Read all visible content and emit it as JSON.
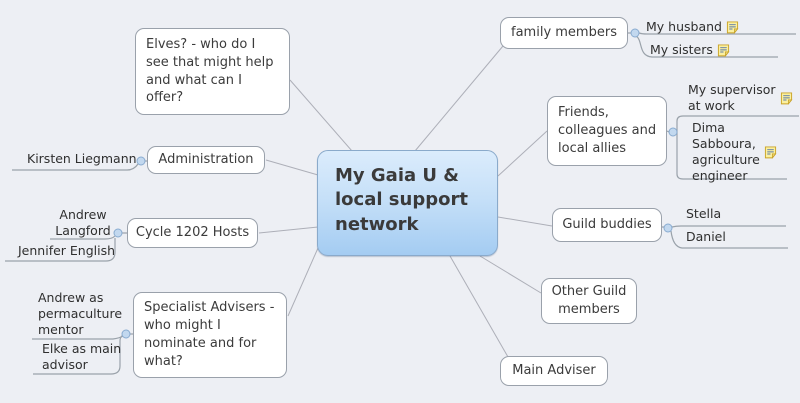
{
  "app": "mind-map",
  "central": {
    "label": "My Gaia U &\nlocal support\nnetwork"
  },
  "topics": {
    "elves": {
      "label": "Elves? - who do I\nsee that might help\nand what can I\noffer?"
    },
    "family": {
      "label": "family members"
    },
    "friends": {
      "label": "Friends,\ncolleagues and\nlocal allies"
    },
    "guild_buddies": {
      "label": "Guild buddies"
    },
    "other_guild": {
      "label": "Other Guild\nmembers"
    },
    "main_adviser": {
      "label": "Main Adviser"
    },
    "administration": {
      "label": "Administration"
    },
    "cycle_hosts": {
      "label": "Cycle 1202 Hosts"
    },
    "specialist": {
      "label": "Specialist Advisers -\nwho might I\nnominate and for\nwhat?"
    }
  },
  "leaves": {
    "my_husband": {
      "label": "My husband",
      "has_note": true
    },
    "my_sisters": {
      "label": "My sisters",
      "has_note": true
    },
    "supervisor": {
      "label": "My supervisor\nat work",
      "has_note": true
    },
    "dima": {
      "label": "Dima\nSabboura,\nagriculture\nengineer",
      "has_note": true
    },
    "stella": {
      "label": "Stella",
      "has_note": false
    },
    "daniel": {
      "label": "Daniel",
      "has_note": false
    },
    "kirsten": {
      "label": "Kirsten Liegmann",
      "has_note": false
    },
    "andrew_langford": {
      "label": "Andrew\nLangford",
      "has_note": false
    },
    "jennifer": {
      "label": "Jennifer English",
      "has_note": false
    },
    "andrew_perma": {
      "label": "Andrew as\npermaculture\nmentor",
      "has_note": false
    },
    "elke": {
      "label": "Elke as main\nadvisor",
      "has_note": false
    }
  },
  "colors": {
    "background": "#edeff4",
    "central_gradient_top": "#dbecfc",
    "central_gradient_bottom": "#a4ccf2",
    "topic_border": "#9aa1ab",
    "edge_line": "#adafb8",
    "branch_line": "#9aa2aa",
    "connector_fill": "#c2d8ef",
    "connector_stroke": "#89abd0",
    "note_icon_fill": "#fbf0a0",
    "note_icon_border": "#c9a227",
    "text": "#3b3b3b"
  }
}
